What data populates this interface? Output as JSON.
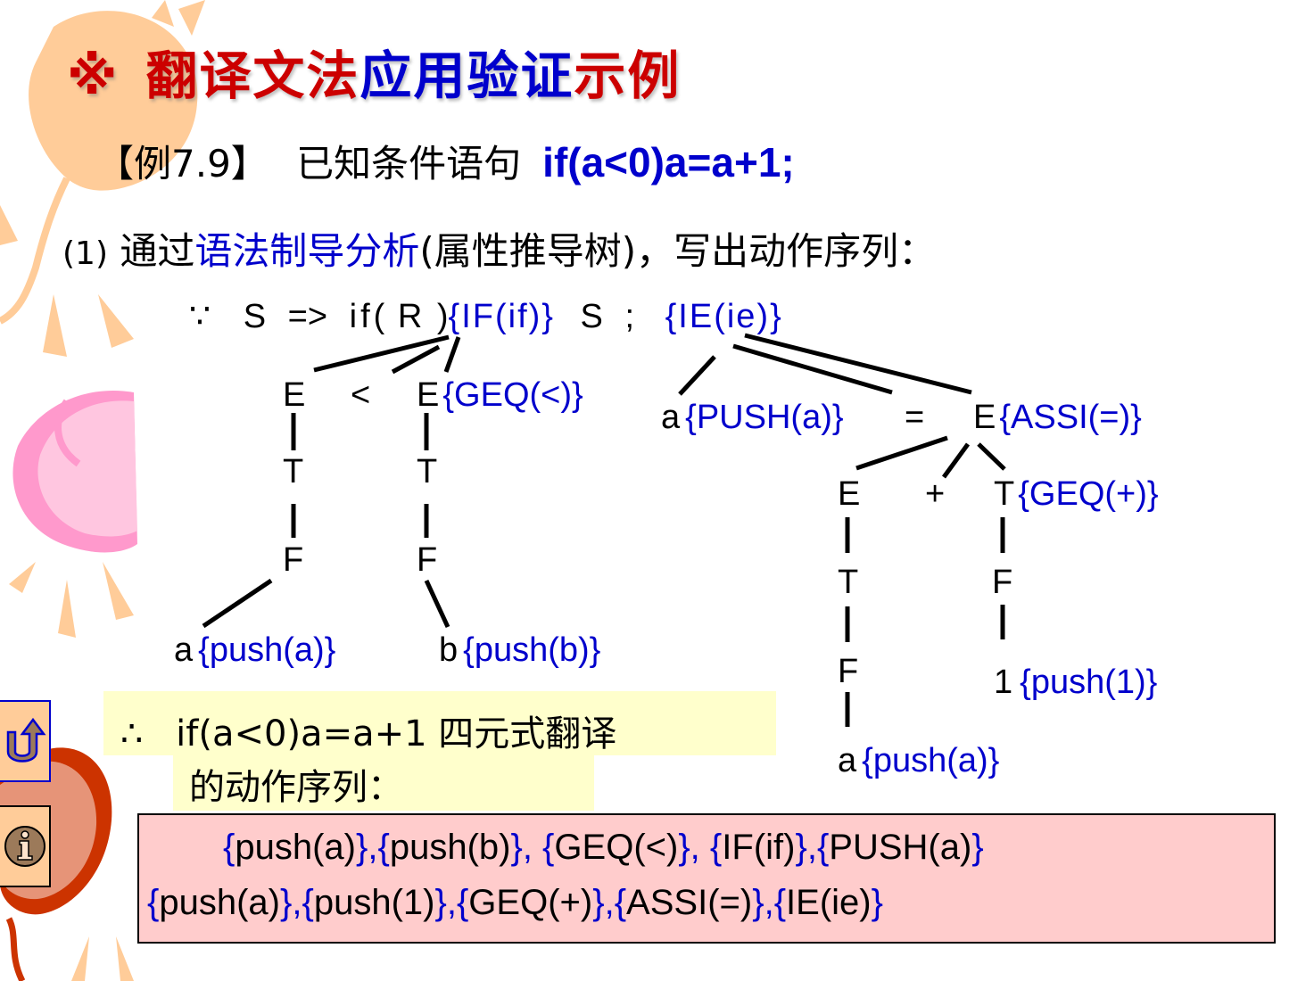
{
  "title": {
    "mark": "※",
    "parts": [
      {
        "text": "翻译文法",
        "color": "#cc0000"
      },
      {
        "text": "应用验证",
        "color": "#0000cc"
      },
      {
        "text": "示例",
        "color": "#cc0000"
      }
    ]
  },
  "example": {
    "label": "【例7.9】",
    "text": "已知条件语句",
    "code": "if(a<0)a=a+1;"
  },
  "step1": {
    "num": "(1)",
    "pre": "通过",
    "highlight": "语法制导分析",
    "post": "(属性推导树)，写出动作序列："
  },
  "derivation": {
    "because": "∵",
    "S": "S",
    "arrow": "=>",
    "if": "if(",
    "R": "R",
    "rparen": ")",
    "IF_action": "{IF(if)}",
    "S2": "S",
    "semi": ";",
    "IE_action": "{IE(ie)}"
  },
  "tree_left": {
    "E1": "E",
    "lt": "<",
    "E2": "E",
    "E2_action": "{GEQ(<)}",
    "T1": "T",
    "T2": "T",
    "F1": "F",
    "F2": "F",
    "leaf1": "a",
    "leaf1_action": "{push(a)}",
    "leaf2": "b",
    "leaf2_action": "{push(b)}"
  },
  "tree_right": {
    "a": "a",
    "a_action": "{PUSH(a)}",
    "eq": "=",
    "E": "E",
    "E_action": "{ASSI(=)}",
    "E1": "E",
    "plus": "+",
    "T": "T",
    "T_action": "{GEQ(+)}",
    "T1": "T",
    "F1": "F",
    "F2": "F",
    "one": "1",
    "one_action": "{push(1)}",
    "leaf_a": "a",
    "leaf_a_action": "{push(a)}"
  },
  "conclusion": {
    "therefore": "∴",
    "line1": "if(a<0)a=a+1 四元式翻译",
    "line2": "的动作序列："
  },
  "result": {
    "line1": [
      {
        "t": "{",
        "c": "b"
      },
      {
        "t": "push(a)",
        "c": "k"
      },
      {
        "t": "}",
        "c": "b"
      },
      {
        "t": ",",
        "c": "b"
      },
      {
        "t": "{",
        "c": "b"
      },
      {
        "t": "push(b)",
        "c": "k"
      },
      {
        "t": "}",
        "c": "b"
      },
      {
        "t": ", ",
        "c": "b"
      },
      {
        "t": "{",
        "c": "b"
      },
      {
        "t": "GEQ(<)",
        "c": "k"
      },
      {
        "t": "}",
        "c": "b"
      },
      {
        "t": ", ",
        "c": "b"
      },
      {
        "t": "{",
        "c": "b"
      },
      {
        "t": "IF(if)",
        "c": "k"
      },
      {
        "t": "}",
        "c": "b"
      },
      {
        "t": ",",
        "c": "b"
      },
      {
        "t": "{",
        "c": "b"
      },
      {
        "t": "PUSH(a)",
        "c": "k"
      },
      {
        "t": "}",
        "c": "b"
      }
    ],
    "line2": [
      {
        "t": "{",
        "c": "b"
      },
      {
        "t": "push(a)",
        "c": "k"
      },
      {
        "t": "}",
        "c": "b"
      },
      {
        "t": ",",
        "c": "b"
      },
      {
        "t": "{",
        "c": "b"
      },
      {
        "t": "push(1)",
        "c": "k"
      },
      {
        "t": "}",
        "c": "b"
      },
      {
        "t": ",",
        "c": "b"
      },
      {
        "t": "{",
        "c": "b"
      },
      {
        "t": "GEQ(+)",
        "c": "k"
      },
      {
        "t": "}",
        "c": "b"
      },
      {
        "t": ",",
        "c": "b"
      },
      {
        "t": "{",
        "c": "b"
      },
      {
        "t": "ASSI(=)",
        "c": "k"
      },
      {
        "t": "}",
        "c": "b"
      },
      {
        "t": ",",
        "c": "b"
      },
      {
        "t": "{",
        "c": "b"
      },
      {
        "t": "IE(ie)",
        "c": "k"
      },
      {
        "t": "}",
        "c": "b"
      }
    ]
  },
  "nav": {
    "return_icon": "return-arrow-icon",
    "info_icon": "info-icon"
  },
  "colors": {
    "red": "#cc0000",
    "blue": "#0000cc",
    "yellow_box": "#ffffcc",
    "pink_box": "#ffcccc",
    "nav_bg": "#ffcc99"
  }
}
